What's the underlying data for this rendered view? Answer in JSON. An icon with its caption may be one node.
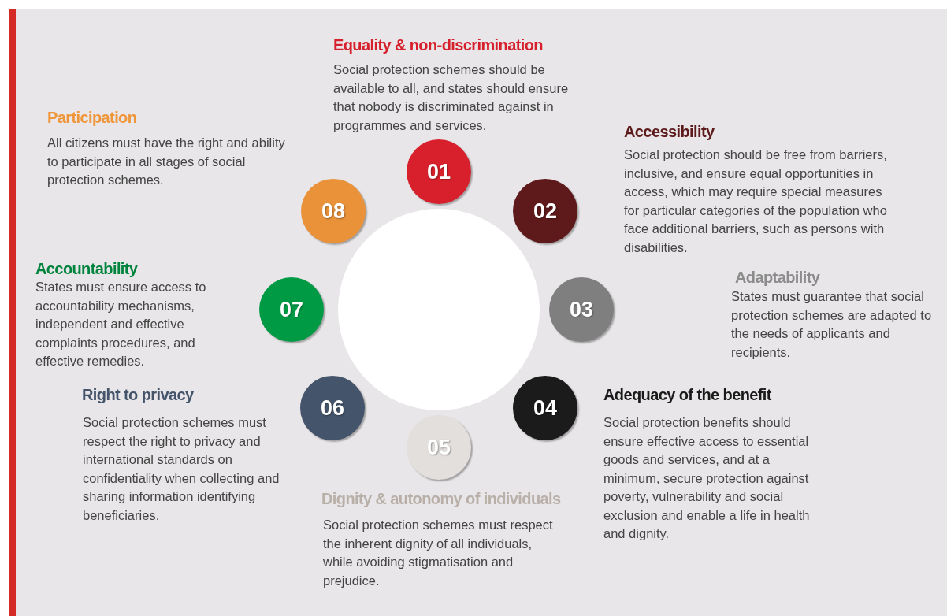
{
  "diagram": {
    "nodes": [
      {
        "text": [
          "01"
        ],
        "beside": [
          "Equality & non-discrimination",
          "Social protection schemes should be available to all, and states should ensure that nobody is discriminated against in programmes and services."
        ]
      },
      {
        "text": [
          "02"
        ],
        "beside": [
          "Accessibility",
          "Social protection should be free from barriers, inclusive, and ensure equal opportunities in access, which may require special measures for particular categories of the population who face additional barriers, such as persons with disabilities."
        ]
      },
      {
        "text": [
          "03"
        ],
        "beside": [
          "Adaptability",
          "States must guarantee that social protection schemes are adapted to the needs of applicants and recipients."
        ]
      },
      {
        "text": [
          "04"
        ],
        "beside": [
          "Adequacy of the benefit",
          "Social protection benefits should ensure effective access to essential goods and services, and at a minimum, secure protection against poverty, vulnerability and social exclusion and enable a life in health and dignity."
        ]
      },
      {
        "text": [
          "05"
        ],
        "beside": [
          "Dignity & autonomy of individuals",
          "Social protection schemes must respect the inherent dignity of all individuals, while avoiding stigmatisation and prejudice."
        ]
      },
      {
        "text": [
          "06"
        ],
        "beside": [
          "Right to privacy",
          "Social protection schemes must respect the right to privacy and international standards on confidentiality when collecting and sharing information identifying beneficiaries."
        ]
      },
      {
        "text": [
          "07"
        ],
        "beside": [
          "Accountability",
          "States must ensure access to accountability mechanisms, independent and effective complaints procedures, and effective remedies."
        ]
      },
      {
        "text": [
          "08"
        ],
        "beside": [
          "Participation",
          "All citizens must have the right and ability to participate in all stages of social protection schemes."
        ]
      },
      {
        "text": [],
        "shape": "circle"
      }
    ],
    "edges": []
  }
}
